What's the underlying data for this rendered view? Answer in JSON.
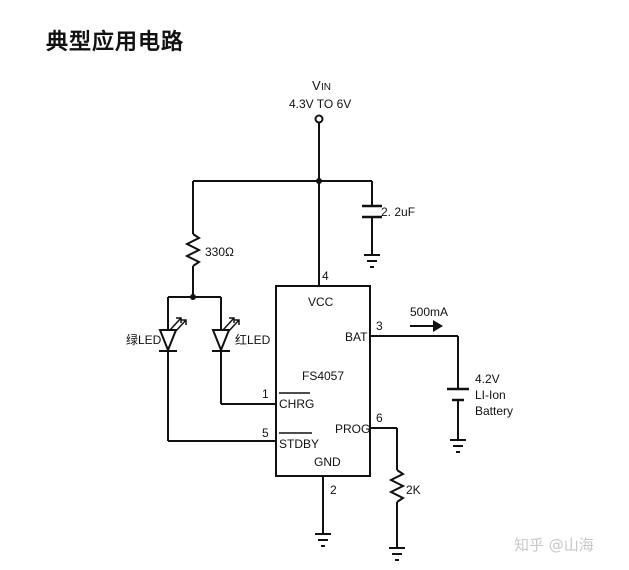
{
  "title": "典型应用电路",
  "watermark": "知乎 @山海",
  "input": {
    "name_main": "V",
    "name_sub": "IN",
    "range": "4.3V TO 6V"
  },
  "chip": {
    "part": "FS4057",
    "pins": {
      "vcc": {
        "label": "VCC",
        "number": "4"
      },
      "bat": {
        "label": "BAT",
        "number": "3"
      },
      "chrg": {
        "label": "CHRG",
        "number": "1"
      },
      "stdby": {
        "label": "STDBY",
        "number": "5"
      },
      "prog": {
        "label": "PROG",
        "number": "6"
      },
      "gnd": {
        "label": "GND",
        "number": "2"
      }
    }
  },
  "components": {
    "capacitor": "2. 2uF",
    "resistor_led": "330Ω",
    "resistor_prog": "2K",
    "led_green": "绿LED",
    "led_red": "红LED",
    "current": "500mA",
    "battery": [
      "4.2V",
      "LI-Ion",
      "Battery"
    ]
  }
}
